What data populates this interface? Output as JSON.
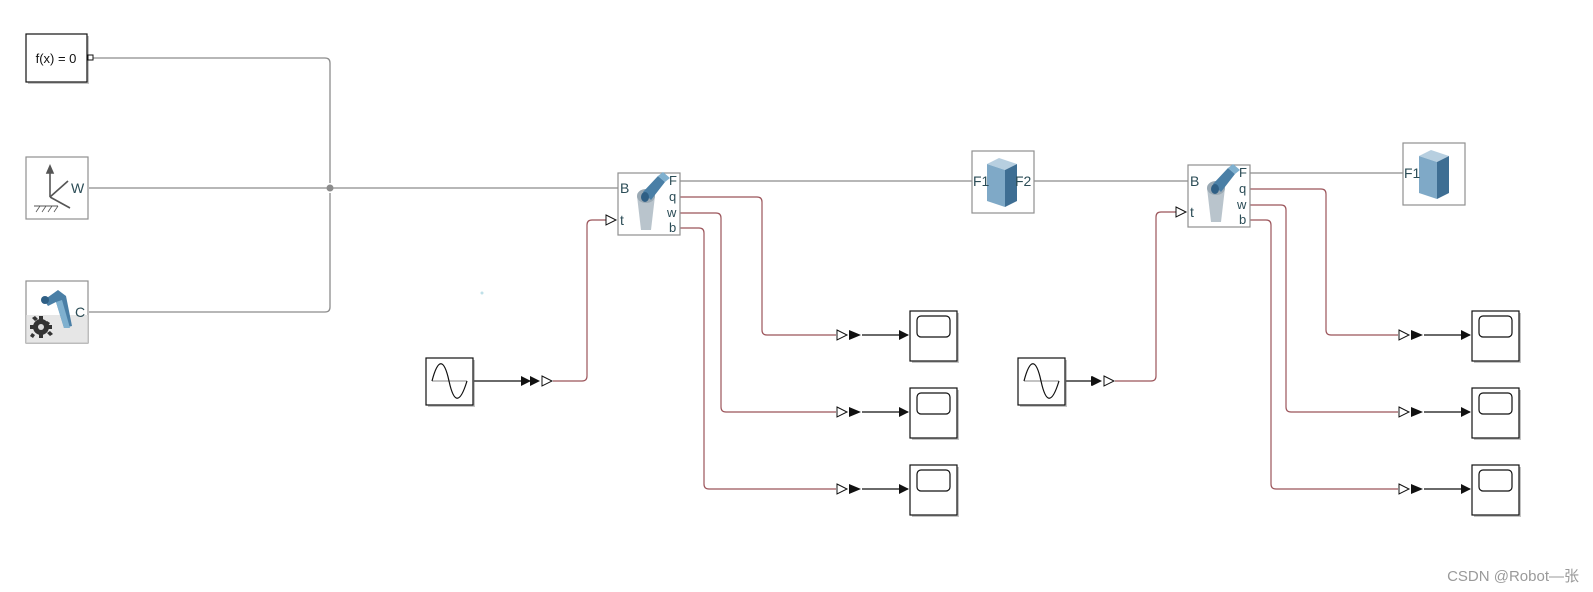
{
  "diagram": {
    "solver_block": {
      "label": "f(x) = 0"
    },
    "world_frame": {
      "port_label": "W"
    },
    "mechanism_config": {
      "port_label": "C"
    },
    "joint_1": {
      "ports_left": [
        "B",
        "t"
      ],
      "ports_right": [
        "F",
        "q",
        "w",
        "b"
      ]
    },
    "solid_1": {
      "ports": [
        "F1",
        "F2"
      ]
    },
    "joint_2": {
      "ports_left": [
        "B",
        "t"
      ],
      "ports_right": [
        "F",
        "q",
        "w",
        "b"
      ]
    },
    "solid_2": {
      "ports": [
        "F1"
      ]
    }
  },
  "colors": {
    "physical_line": "#8c8c8c",
    "signal_line": "#9b5359",
    "block_border": "#909090",
    "port_text": "#2b4c56",
    "icon_blue": "#4a7fa6"
  },
  "watermark": "CSDN @Robot—张"
}
